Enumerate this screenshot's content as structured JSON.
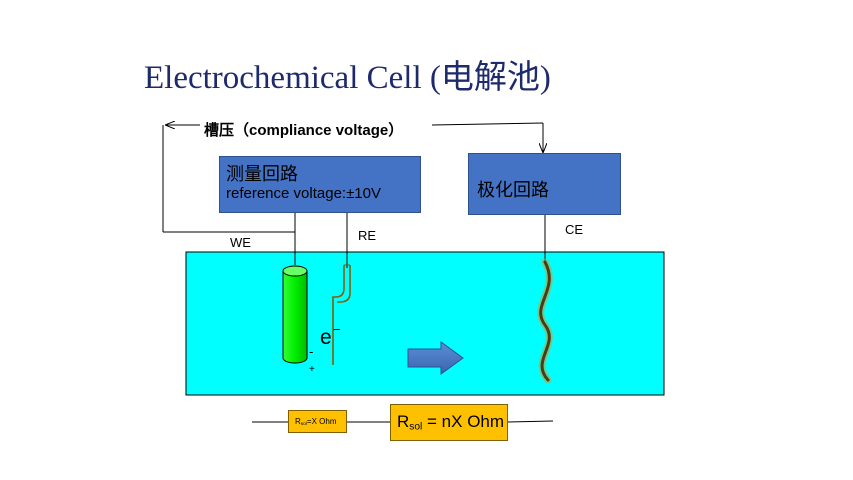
{
  "title": "Electrochemical Cell (电解池)",
  "compliance_label": "槽压（compliance voltage）",
  "measure_loop": {
    "label": "测量回路",
    "subtitle": "reference voltage:±10V"
  },
  "polarization_loop": {
    "label": "极化回路"
  },
  "electrodes": {
    "we": "WE",
    "re": "RE",
    "ce": "CE"
  },
  "electron": {
    "symbol": "e",
    "charge": "−",
    "minus": "-",
    "plus": "+"
  },
  "resistances": {
    "small": {
      "r": "R",
      "sub": "sol",
      "rest": "=X Ohm"
    },
    "large": {
      "r": "R",
      "sub": "sol",
      "rest": " = nX Ohm"
    }
  },
  "colors": {
    "title": "#1f2a6b",
    "electrolyte": "#00ffff",
    "loop_box": "#4472c4",
    "working_electrode": "#00ff00",
    "arrow": "#4472c4",
    "resistor": "#ffc000"
  }
}
